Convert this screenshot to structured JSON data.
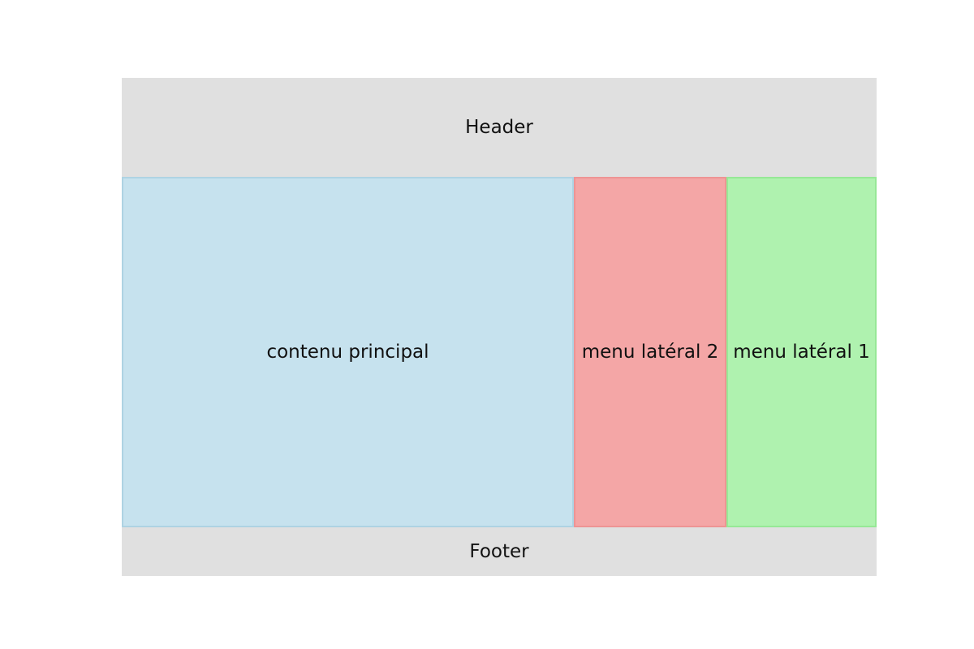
{
  "layout": {
    "header": {
      "label": "Header"
    },
    "main": {
      "content": {
        "label": "contenu principal"
      },
      "sidebar2": {
        "label": "menu latéral 2"
      },
      "sidebar1": {
        "label": "menu latéral 1"
      }
    },
    "footer": {
      "label": "Footer"
    }
  },
  "colors": {
    "header_footer_bg": "#e0e0e0",
    "content_bg": "#c6e2ee",
    "content_border": "#aed3e3",
    "sidebar2_bg": "#f4a6a6",
    "sidebar2_border": "#ee9494",
    "sidebar1_bg": "#aff2af",
    "sidebar1_border": "#96e896",
    "text": "#111111",
    "page_bg": "#ffffff"
  }
}
